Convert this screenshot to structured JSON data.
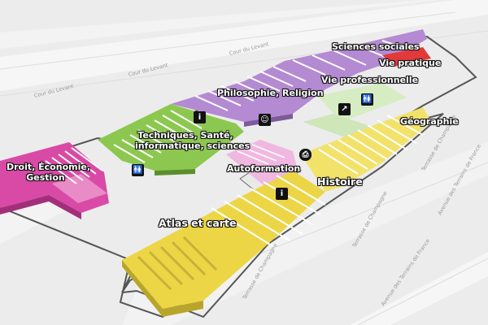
{
  "map": {
    "zones": {
      "droit": "Droit, Économie,\nGestion",
      "techniques": "Techniques, Santé,\ninformatique, sciences",
      "philosophie": "Philosophie, Religion",
      "sciences_sociales": "Sciences sociales",
      "vie_pratique": "Vie pratique",
      "vie_professionnelle": "Vie professionnelle",
      "geographie": "Géographie",
      "autoformation": "Autoformation",
      "histoire": "Histoire",
      "atlas": "Atlas et carte"
    },
    "streets": {
      "s1": "Cour du Levant",
      "s2": "Cour du Levant",
      "s3": "Cour du Levant",
      "s4": "Terrasse de Champagne",
      "s5": "Terrasse de Champagne",
      "s6": "Avenue des Terrains de France",
      "s7": "Avenue des Terrains de France",
      "s8": "Terrasse de Champagne"
    },
    "icons": [
      "info-icon",
      "restroom-icon",
      "family-icon",
      "stairs-icon",
      "printer-icon"
    ],
    "colors": {
      "droit": "#d94aa6",
      "techniques": "#8cc850",
      "philosophie": "#b48ad2",
      "vie_pratique": "#e03a3a",
      "geographie": "#e8d44a",
      "autoformation": "#f0b8e0",
      "background": "#ececec"
    }
  }
}
